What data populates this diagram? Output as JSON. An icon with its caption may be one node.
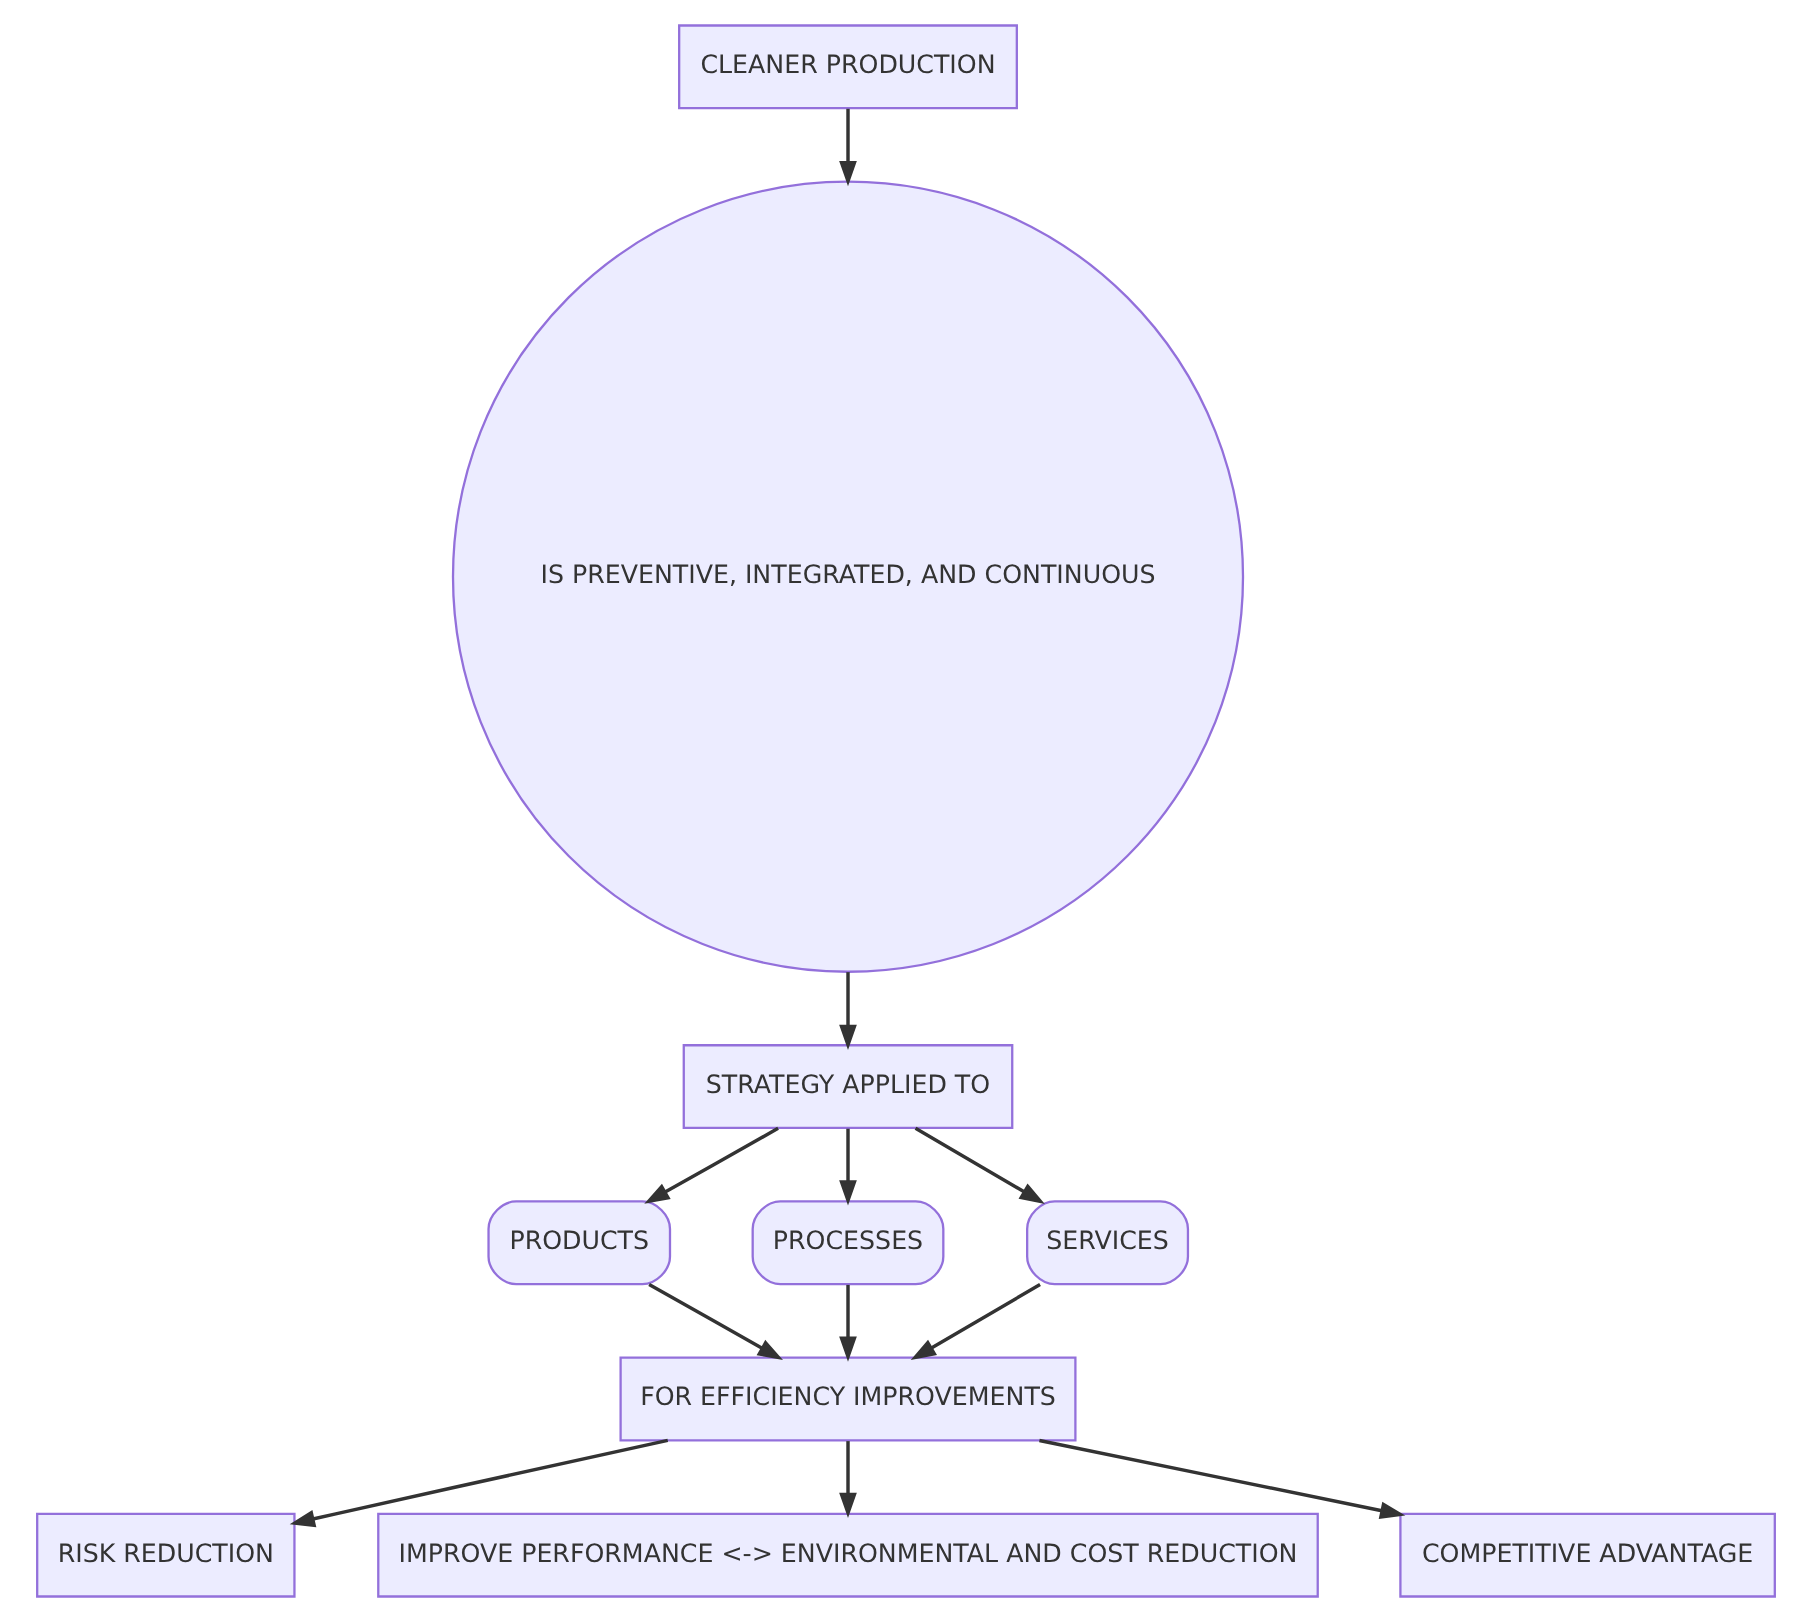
{
  "diagram": {
    "nodes": [
      {
        "text": [
          "CLEANER PRODUCTION"
        ]
      },
      {
        "text": [
          "IS PREVENTIVE, INTEGRATED, AND CONTINUOUS"
        ]
      },
      {
        "text": [
          "STRATEGY APPLIED TO"
        ]
      },
      {
        "text": [
          "PRODUCTS"
        ]
      },
      {
        "text": [
          "PROCESSES"
        ]
      },
      {
        "text": [
          "SERVICES"
        ]
      },
      {
        "text": [
          "FOR EFFICIENCY IMPROVEMENTS"
        ]
      },
      {
        "text": [
          "RISK REDUCTION"
        ]
      },
      {
        "text": [
          "IMPROVE PERFORMANCE <-> ENVIRONMENTAL AND COST REDUCTION"
        ]
      },
      {
        "text": [
          "COMPETITIVE ADVANTAGE"
        ]
      }
    ],
    "edges": [
      {
        "from": 0,
        "to": 1,
        "arrow": "to"
      },
      {
        "from": 1,
        "to": 2,
        "arrow": "to"
      },
      {
        "from": 2,
        "to": 3,
        "arrow": "to"
      },
      {
        "from": 2,
        "to": 4,
        "arrow": "to"
      },
      {
        "from": 2,
        "to": 5,
        "arrow": "to"
      },
      {
        "from": 3,
        "to": 6,
        "arrow": "to"
      },
      {
        "from": 4,
        "to": 6,
        "arrow": "to"
      },
      {
        "from": 5,
        "to": 6,
        "arrow": "to"
      },
      {
        "from": 6,
        "to": 7,
        "arrow": "to"
      },
      {
        "from": 6,
        "to": 8,
        "arrow": "to"
      },
      {
        "from": 6,
        "to": 9,
        "arrow": "to"
      }
    ]
  }
}
